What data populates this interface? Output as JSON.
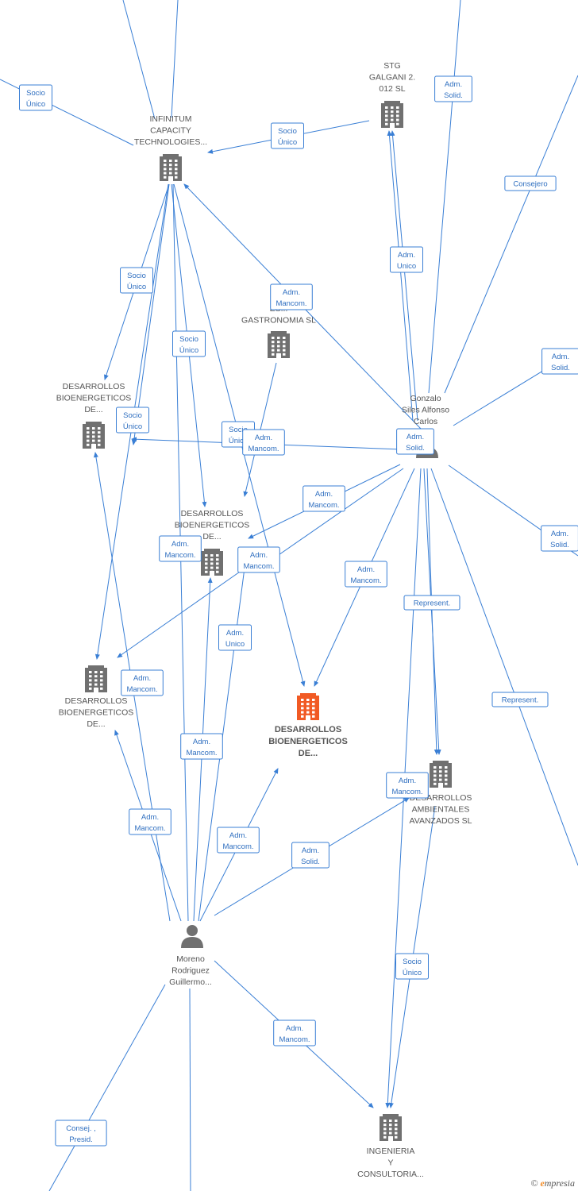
{
  "nodes": [
    {
      "id": "infinitum",
      "type": "company",
      "lines": [
        "INFINITUM",
        "CAPACITY",
        "TECHNOLOGIES..."
      ]
    },
    {
      "id": "stg",
      "type": "company",
      "lines": [
        "STG",
        "GALGANI 2.",
        "012  SL"
      ]
    },
    {
      "id": "gastronomia",
      "type": "company",
      "lines": [
        "ES...",
        "GASTRONOMIA SL"
      ]
    },
    {
      "id": "desarrollos_a",
      "type": "company",
      "lines": [
        "DESARROLLOS",
        "BIOENERGETICOS",
        "DE..."
      ]
    },
    {
      "id": "desarrollos_b",
      "type": "company",
      "lines": [
        "DESARROLLOS",
        "BIOENERGETICOS",
        "DE..."
      ]
    },
    {
      "id": "desarrollos_c",
      "type": "company",
      "lines": [
        "DESARROLLOS",
        "BIOENERGETICOS",
        "DE..."
      ]
    },
    {
      "id": "desarrollos_main",
      "type": "company_main",
      "lines": [
        "DESARROLLOS",
        "BIOENERGETICOS",
        "DE..."
      ]
    },
    {
      "id": "ambientales",
      "type": "company",
      "lines": [
        "DESARROLLOS",
        "AMBIENTALES",
        "AVANZADOS  SL"
      ]
    },
    {
      "id": "ingenieria",
      "type": "company",
      "lines": [
        "INGENIERIA",
        "Y",
        "CONSULTORIA..."
      ]
    },
    {
      "id": "gonzalo",
      "type": "person",
      "lines": [
        "Gonzalo",
        "Siles Alfonso",
        "Carlos"
      ]
    },
    {
      "id": "moreno",
      "type": "person",
      "lines": [
        "Moreno",
        "Rodriguez",
        "Guillermo..."
      ]
    }
  ],
  "edge_labels": [
    [
      "Socio",
      "Único"
    ],
    [
      "Socio",
      "Único"
    ],
    [
      "Adm.",
      "Solid."
    ],
    [
      "Consejero"
    ],
    [
      "Adm.",
      "Unico"
    ],
    [
      "Adm.",
      "Mancom."
    ],
    [
      "Socio",
      "Único"
    ],
    [
      "Socio",
      "Único"
    ],
    [
      "Adm.",
      "Solid."
    ],
    [
      "Socio",
      "Único"
    ],
    [
      "Socio",
      "Único"
    ],
    [
      "Adm.",
      "Mancom."
    ],
    [
      "Adm.",
      "Solid."
    ],
    [
      "Adm.",
      "Mancom."
    ],
    [
      "Adm.",
      "Mancom."
    ],
    [
      "Adm.",
      "Mancom."
    ],
    [
      "Adm.",
      "Solid."
    ],
    [
      "Adm.",
      "Mancom."
    ],
    [
      "Represent."
    ],
    [
      "Adm.",
      "Unico"
    ],
    [
      "Adm.",
      "Mancom."
    ],
    [
      "Represent."
    ],
    [
      "Adm.",
      "Mancom."
    ],
    [
      "Adm.",
      "Mancom."
    ],
    [
      "Adm.",
      "Mancom."
    ],
    [
      "Adm.",
      "Mancom."
    ],
    [
      "Adm.",
      "Solid."
    ],
    [
      "Socio",
      "Único"
    ],
    [
      "Adm.",
      "Mancom."
    ],
    [
      "Consej. ,",
      "Presid."
    ]
  ],
  "watermark": {
    "symbol": "©",
    "brand_initial": "e",
    "brand_rest": "mpresia"
  }
}
